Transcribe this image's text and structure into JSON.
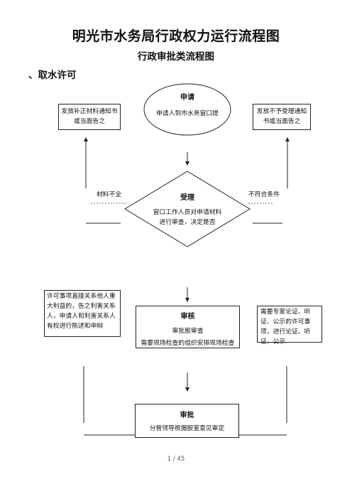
{
  "document": {
    "title": "明光市水务局行政权力运行流程图",
    "subtitle": "行政审批类流程图",
    "section": "、取水许可",
    "page_number": "1 / 45"
  },
  "flow": {
    "apply": {
      "title": "申请",
      "text": "申请人到市水务窗口提"
    },
    "left_top": {
      "text": "发放补正材料通知书或当面告之"
    },
    "right_top": {
      "text": "发放不予受理通知书或当面告之"
    },
    "accept": {
      "title": "受理",
      "text": "窗口工作人员对申请材料进行审查，决定是否"
    },
    "label_left": "材料不全",
    "label_right": "不符合条件",
    "left_mid": {
      "text": "许可事项直接关系他人重大利益的，告之利害关系人，申请人和利害关系人有权进行陈述和申辩"
    },
    "review": {
      "title": "审核",
      "text": "审批股审查",
      "text2": "需要现场检查的组织安排现场检查"
    },
    "right_mid": {
      "text": "需要专家论证、听证、公示的许可事项，进行论证、听证、公示"
    },
    "approve": {
      "title": "审批",
      "text": "分管领导根据股室意见审定"
    }
  }
}
